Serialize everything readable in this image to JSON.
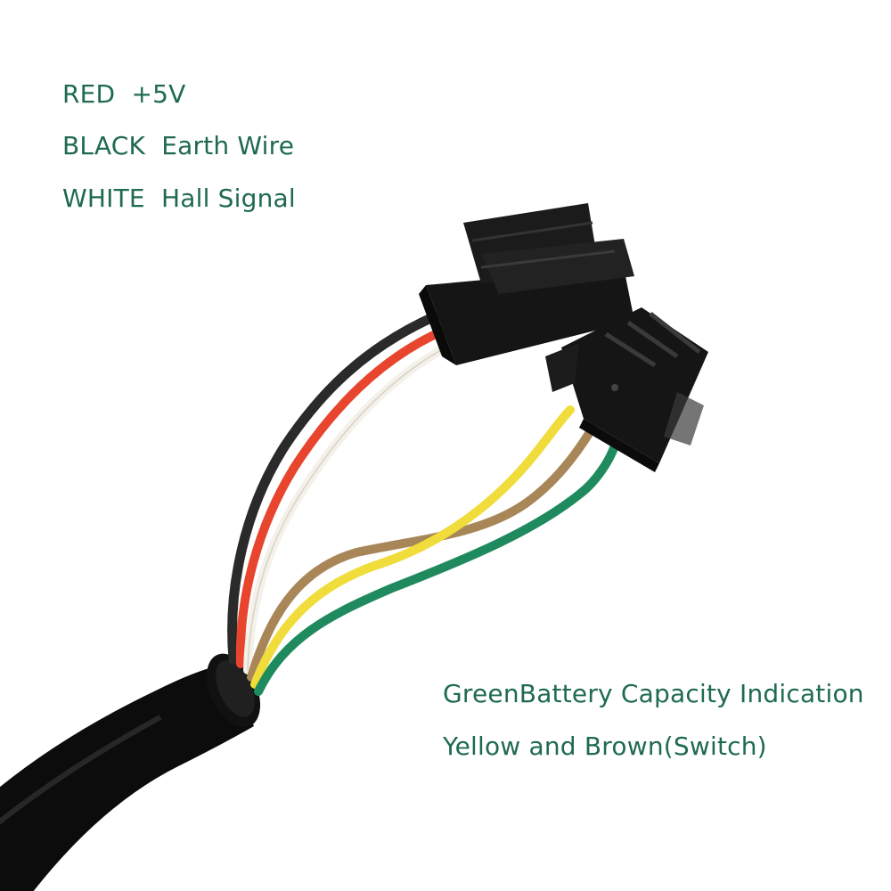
{
  "legend_top": {
    "line_red": "RED  +5V",
    "line_black": "BLACK  Earth Wire",
    "line_white": "WHITE  Hall Signal"
  },
  "legend_bottom": {
    "line_green": "GreenBattery Capacity Indication",
    "line_yellow_brown": "Yellow and Brown(Switch)"
  },
  "colors": {
    "label_text": "#1f6a52",
    "wire_red": "#e8452e",
    "wire_black": "#2a2a2a",
    "wire_white": "#f4f1ea",
    "wire_yellow": "#f0dc3a",
    "wire_brown": "#a88658",
    "wire_green": "#1f8a5e",
    "cable_sheath": "#0c0c0c",
    "connector": "#151515"
  }
}
